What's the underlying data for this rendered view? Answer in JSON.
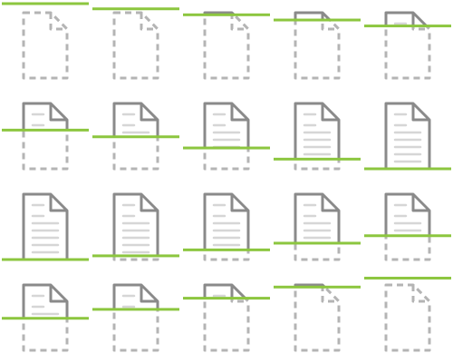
{
  "sheet": {
    "icon": "document-scan-icon",
    "frame_count": 20,
    "columns": 5,
    "rows": 4,
    "colors": {
      "background": "#ffffff",
      "outline": "#8a8a8a",
      "dashed_outline": "#b4b4b4",
      "text_lines": "#d6d6d6",
      "scan_line": "#8cc63f"
    },
    "frames": [
      {
        "frame": 1,
        "scan_progress": 0.0
      },
      {
        "frame": 2,
        "scan_progress": 0.07
      },
      {
        "frame": 3,
        "scan_progress": 0.15
      },
      {
        "frame": 4,
        "scan_progress": 0.22
      },
      {
        "frame": 5,
        "scan_progress": 0.3
      },
      {
        "frame": 6,
        "scan_progress": 0.48
      },
      {
        "frame": 7,
        "scan_progress": 0.57
      },
      {
        "frame": 8,
        "scan_progress": 0.72
      },
      {
        "frame": 9,
        "scan_progress": 0.87
      },
      {
        "frame": 10,
        "scan_progress": 1.0
      },
      {
        "frame": 11,
        "scan_progress": 1.0
      },
      {
        "frame": 12,
        "scan_progress": 0.95
      },
      {
        "frame": 13,
        "scan_progress": 0.87
      },
      {
        "frame": 14,
        "scan_progress": 0.78
      },
      {
        "frame": 15,
        "scan_progress": 0.68
      },
      {
        "frame": 16,
        "scan_progress": 0.57
      },
      {
        "frame": 17,
        "scan_progress": 0.45
      },
      {
        "frame": 18,
        "scan_progress": 0.3
      },
      {
        "frame": 19,
        "scan_progress": 0.15
      },
      {
        "frame": 20,
        "scan_progress": 0.03
      }
    ]
  }
}
